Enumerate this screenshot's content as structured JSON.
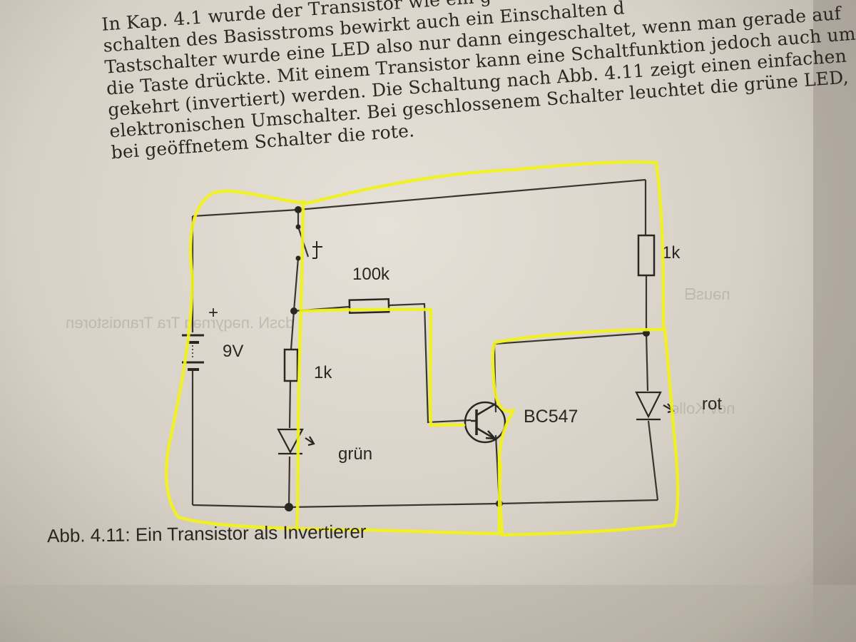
{
  "page_text_lines": [
    "In Kap. 4.1 wurde der Transistor wie ein g",
    "schalten des Basisstroms bewirkt auch ein Einschalten d",
    "Tastschalter wurde eine LED also nur dann eingeschaltet, wenn man gerade auf",
    "die Taste drückte. Mit einem Transistor kann eine Schaltfunktion jedoch auch um-",
    "gekehrt (invertiert) werden. Die Schaltung nach Abb. 4.11 zeigt einen einfachen",
    "elektronischen Umschalter. Bei geschlossenem Schalter leuchtet die grüne LED,",
    "bei geöffnetem Schalter die rote."
  ],
  "schematic": {
    "battery_plus": "+",
    "battery_voltage": "9V",
    "base_resistor": "100k",
    "led_resistor_left": "1k",
    "led_resistor_right": "1k",
    "transistor": "BC547",
    "led_left_label": "grün",
    "led_right_label": "rot"
  },
  "caption": "Abb. 4.11: Ein Transistor als Invertierer",
  "colors": {
    "paper": "#e6e1d8",
    "ink": "#2a2622",
    "highlighter": "#f2f21c"
  }
}
